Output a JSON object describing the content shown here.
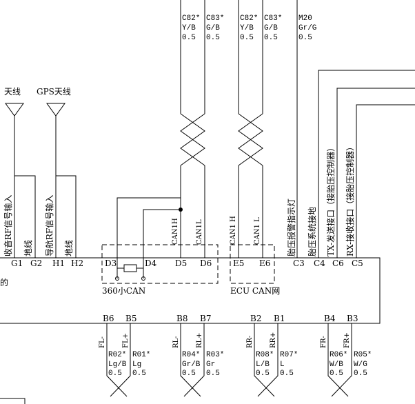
{
  "antennas": {
    "radio_partial": "天线",
    "gps": "GPS天线"
  },
  "pins_left": [
    {
      "id": "G1",
      "label": "收音RF信号输入"
    },
    {
      "id": "G2",
      "label": "地线"
    },
    {
      "id": "H1",
      "label": "导航RF信号输入"
    },
    {
      "id": "H2",
      "label": "地线"
    }
  ],
  "pins_can360": [
    {
      "id": "D3"
    },
    {
      "id": "D4"
    },
    {
      "id": "D5",
      "label": "CAN1H"
    },
    {
      "id": "D6",
      "label": "CAN1L"
    }
  ],
  "can360_label": "360小CAN",
  "pins_ecu": [
    {
      "id": "E5",
      "label": "CAN1 H"
    },
    {
      "id": "E6",
      "label": "CAN1 L"
    }
  ],
  "ecu_label": "ECU CAN网",
  "pins_tpms": [
    {
      "id": "C3",
      "label": "胎压报警指示灯"
    },
    {
      "id": "C4",
      "label": "胎压系统接地"
    },
    {
      "id": "C6",
      "label": "TX-发送接口（接胎压控制器）"
    },
    {
      "id": "C5",
      "label": "RX-接收接口（接胎压控制器）"
    }
  ],
  "top_wires": [
    {
      "code": "C82*",
      "color": "Y/B",
      "size": "0.5"
    },
    {
      "code": "C83*",
      "color": "G/B",
      "size": "0.5"
    },
    {
      "code": "C82*",
      "color": "Y/B",
      "size": "0.5"
    },
    {
      "code": "C83*",
      "color": "G/B",
      "size": "0.5"
    },
    {
      "code": "M20",
      "color": "Gr/G",
      "size": "0.5"
    }
  ],
  "bottom_groups": [
    {
      "pins": [
        "B6",
        "B5"
      ],
      "signals": [
        "FL-",
        "FL+"
      ],
      "wires": [
        {
          "code": "R02*",
          "color": "Lg/B",
          "size": "0.5"
        },
        {
          "code": "R01*",
          "color": "Lg",
          "size": "0.5"
        }
      ]
    },
    {
      "pins": [
        "B8",
        "B7"
      ],
      "signals": [
        "RL-",
        "RL+"
      ],
      "wires": [
        {
          "code": "R04*",
          "color": "Gr/B",
          "size": "0.5"
        },
        {
          "code": "R03*",
          "color": "Gr",
          "size": "0.5"
        }
      ]
    },
    {
      "pins": [
        "B2",
        "B1"
      ],
      "signals": [
        "RR-",
        "RR+"
      ],
      "wires": [
        {
          "code": "R08*",
          "color": "L/B",
          "size": "0.5"
        },
        {
          "code": "R07*",
          "color": "L",
          "size": "0.5"
        }
      ]
    },
    {
      "pins": [
        "B4",
        "B3"
      ],
      "signals": [
        "FR-",
        "FR+"
      ],
      "wires": [
        {
          "code": "R06*",
          "color": "W/B",
          "size": "0.5"
        },
        {
          "code": "R05*",
          "color": "W/G",
          "size": "0.5"
        }
      ]
    }
  ],
  "side_fragment": "的"
}
